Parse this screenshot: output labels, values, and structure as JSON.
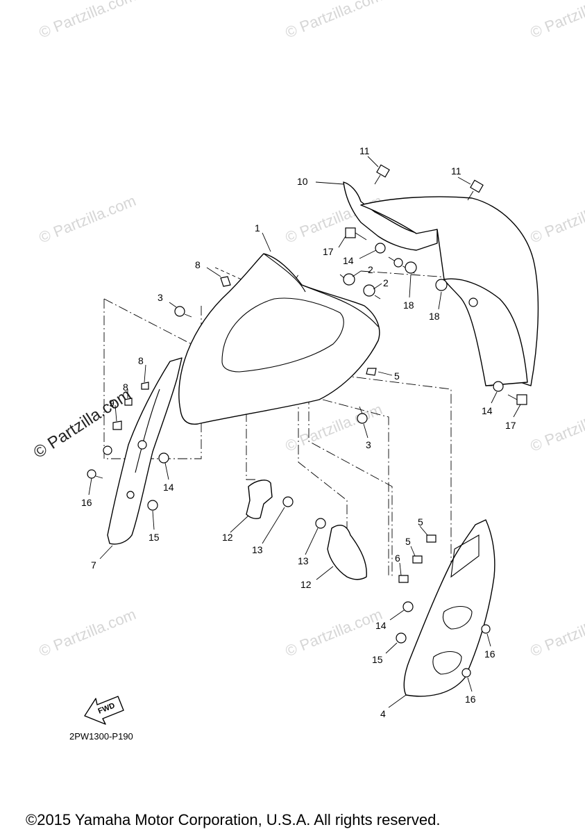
{
  "watermark": "© Partzilla.com",
  "diagram_code": "2PW1300-P190",
  "fwd_label": "FWD",
  "copyright": "©2015 Yamaha Motor Corporation, U.S.A. All rights reserved.",
  "callouts": [
    "1",
    "2",
    "2",
    "3",
    "3",
    "4",
    "5",
    "5",
    "5",
    "6",
    "7",
    "8",
    "8",
    "8",
    "9",
    "10",
    "11",
    "11",
    "12",
    "12",
    "13",
    "13",
    "14",
    "14",
    "14",
    "14",
    "15",
    "15",
    "16",
    "16",
    "16",
    "17",
    "17",
    "18",
    "18"
  ]
}
